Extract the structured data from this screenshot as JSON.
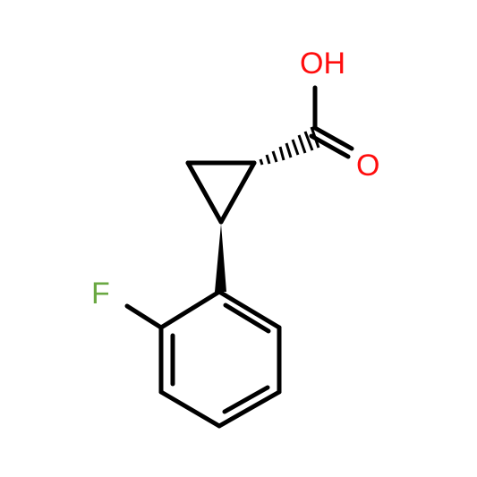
{
  "molecule": {
    "atoms": {
      "hydroxyl": {
        "text": "OH",
        "color": "#ff0d0d"
      },
      "carbonyl_oxygen": {
        "text": "O",
        "color": "#ff0d0d"
      },
      "fluorine": {
        "text": "F",
        "color": "#6aa842"
      }
    },
    "bond_color": "#000000",
    "background": "#ffffff"
  }
}
